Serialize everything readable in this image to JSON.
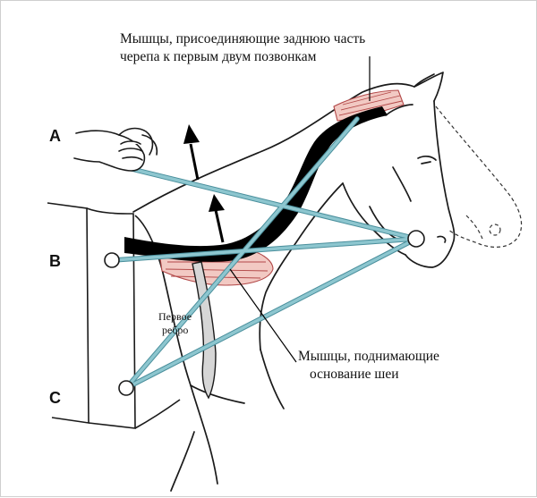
{
  "labels": {
    "top_muscles": {
      "line1": "Мышцы, присоединяющие заднюю часть",
      "line2": "черепа к первым двум позвонкам"
    },
    "first_rib": {
      "line1": "Первое",
      "line2": "ребро"
    },
    "lifting_muscles": {
      "line1": "Мышцы, поднимающие",
      "line2": "основание шеи"
    }
  },
  "points": {
    "a": "A",
    "b": "B",
    "c": "C"
  },
  "colors": {
    "outline": "#1a1a1a",
    "ligament": "#000000",
    "muscle": "#f2c9c3",
    "muscle_line": "#b24848",
    "cord": "#8dc6cf",
    "cord_edge": "#4a8f9c",
    "rib": "#d6d6d6"
  }
}
